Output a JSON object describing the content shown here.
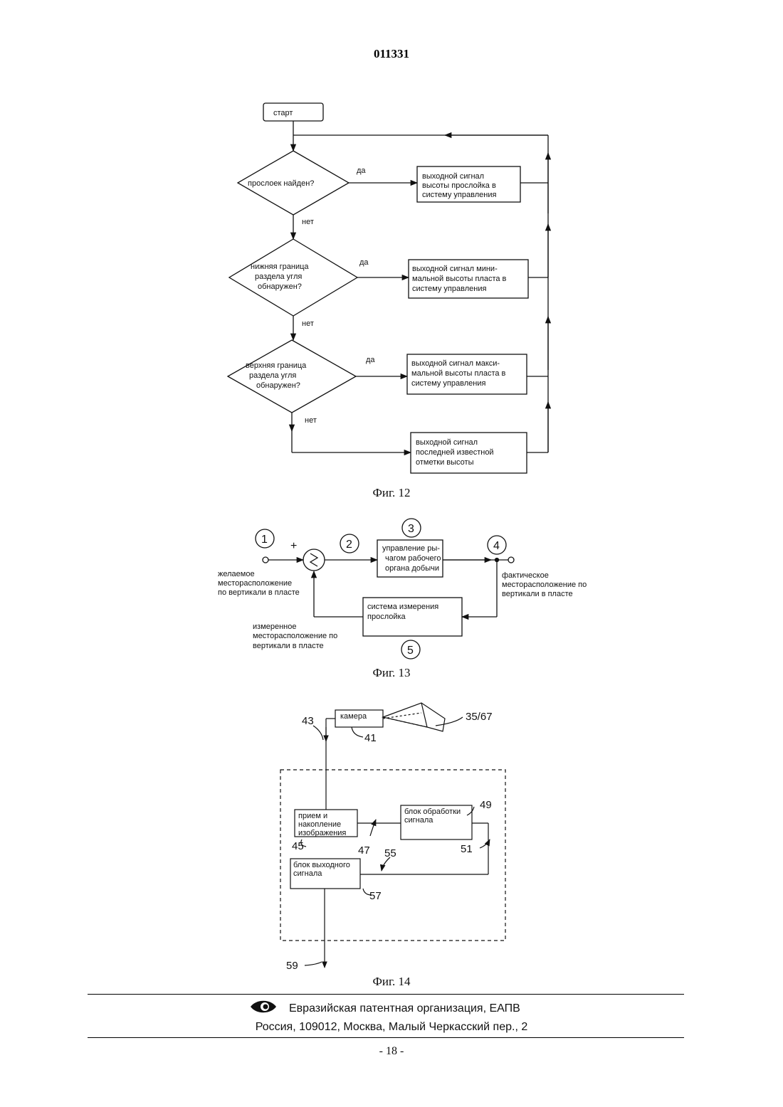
{
  "doc_number": "011331",
  "fig12": {
    "caption": "Фиг. 12",
    "start": "старт",
    "d1": [
      "прослоек найден?"
    ],
    "d2": [
      "нижняя граница",
      "раздела угля",
      "обнаружен?"
    ],
    "d3": [
      "верхняя граница",
      "раздела угля",
      "обнаружен?"
    ],
    "yes": "да",
    "no": "нет",
    "box1": [
      "выходной сигнал",
      "высоты прослойка в",
      "систему управления"
    ],
    "box2": [
      "выходной сигнал мини-",
      "мальной высоты пласта в",
      "систему управления"
    ],
    "box3": [
      "выходной сигнал макси-",
      "мальной высоты пласта в",
      "систему управления"
    ],
    "box4": [
      "выходной сигнал",
      "последней известной",
      "отметки высоты"
    ]
  },
  "fig13": {
    "caption": "Фиг. 13",
    "n1": "1",
    "n2": "2",
    "n3": "3",
    "n4": "4",
    "n5": "5",
    "plus": "+",
    "control_box": [
      "управление ры-",
      "чагом рабочего",
      "органа добычи"
    ],
    "measure_box": [
      "система измерения",
      "прослойка"
    ],
    "desired": [
      "желаемое",
      "месторасположение",
      "по вертикали в пласте"
    ],
    "actual": [
      "фактическое",
      "месторасположение по",
      "вертикали в пласте"
    ],
    "measured": [
      "измеренное",
      "месторасположение по",
      "вертикали в пласте"
    ]
  },
  "fig14": {
    "caption": "Фиг. 14",
    "camera": "камера",
    "recv": [
      "прием и",
      "накопление",
      "изображения"
    ],
    "proc": [
      "блок обработки",
      "сигнала"
    ],
    "out": [
      "блок выходного",
      "сигнала"
    ],
    "l43": "43",
    "l41": "41",
    "l3567": "35/67",
    "l49": "49",
    "l45": "45",
    "l47": "47",
    "l55": "55",
    "l51": "51",
    "l57": "57",
    "l59": "59"
  },
  "footer": {
    "org": "Евразийская патентная организация, ЕАПВ",
    "address": "Россия, 109012, Москва, Малый Черкасский пер., 2",
    "page": "- 18 -"
  }
}
